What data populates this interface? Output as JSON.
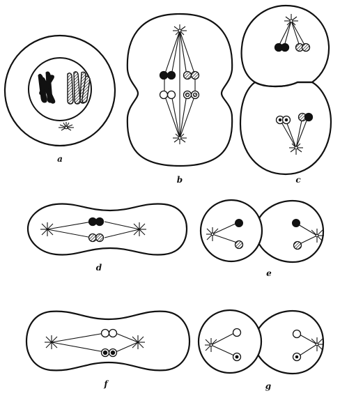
{
  "figure": {
    "panels": [
      {
        "id": "a",
        "label": "a",
        "stage": "nucleus-with-chromosomes"
      },
      {
        "id": "b",
        "label": "b",
        "stage": "spindle-elongated-cell"
      },
      {
        "id": "c",
        "label": "c",
        "stage": "two-daughter-cells-vertical"
      },
      {
        "id": "d",
        "label": "d",
        "stage": "horizontal-spindle"
      },
      {
        "id": "e",
        "label": "e",
        "stage": "two-daughter-cells-horizontal"
      },
      {
        "id": "f",
        "label": "f",
        "stage": "horizontal-spindle"
      },
      {
        "id": "g",
        "label": "g",
        "stage": "two-daughter-cells-horizontal"
      }
    ],
    "colors": {
      "ink": "#111111",
      "paper": "#ffffff"
    }
  }
}
